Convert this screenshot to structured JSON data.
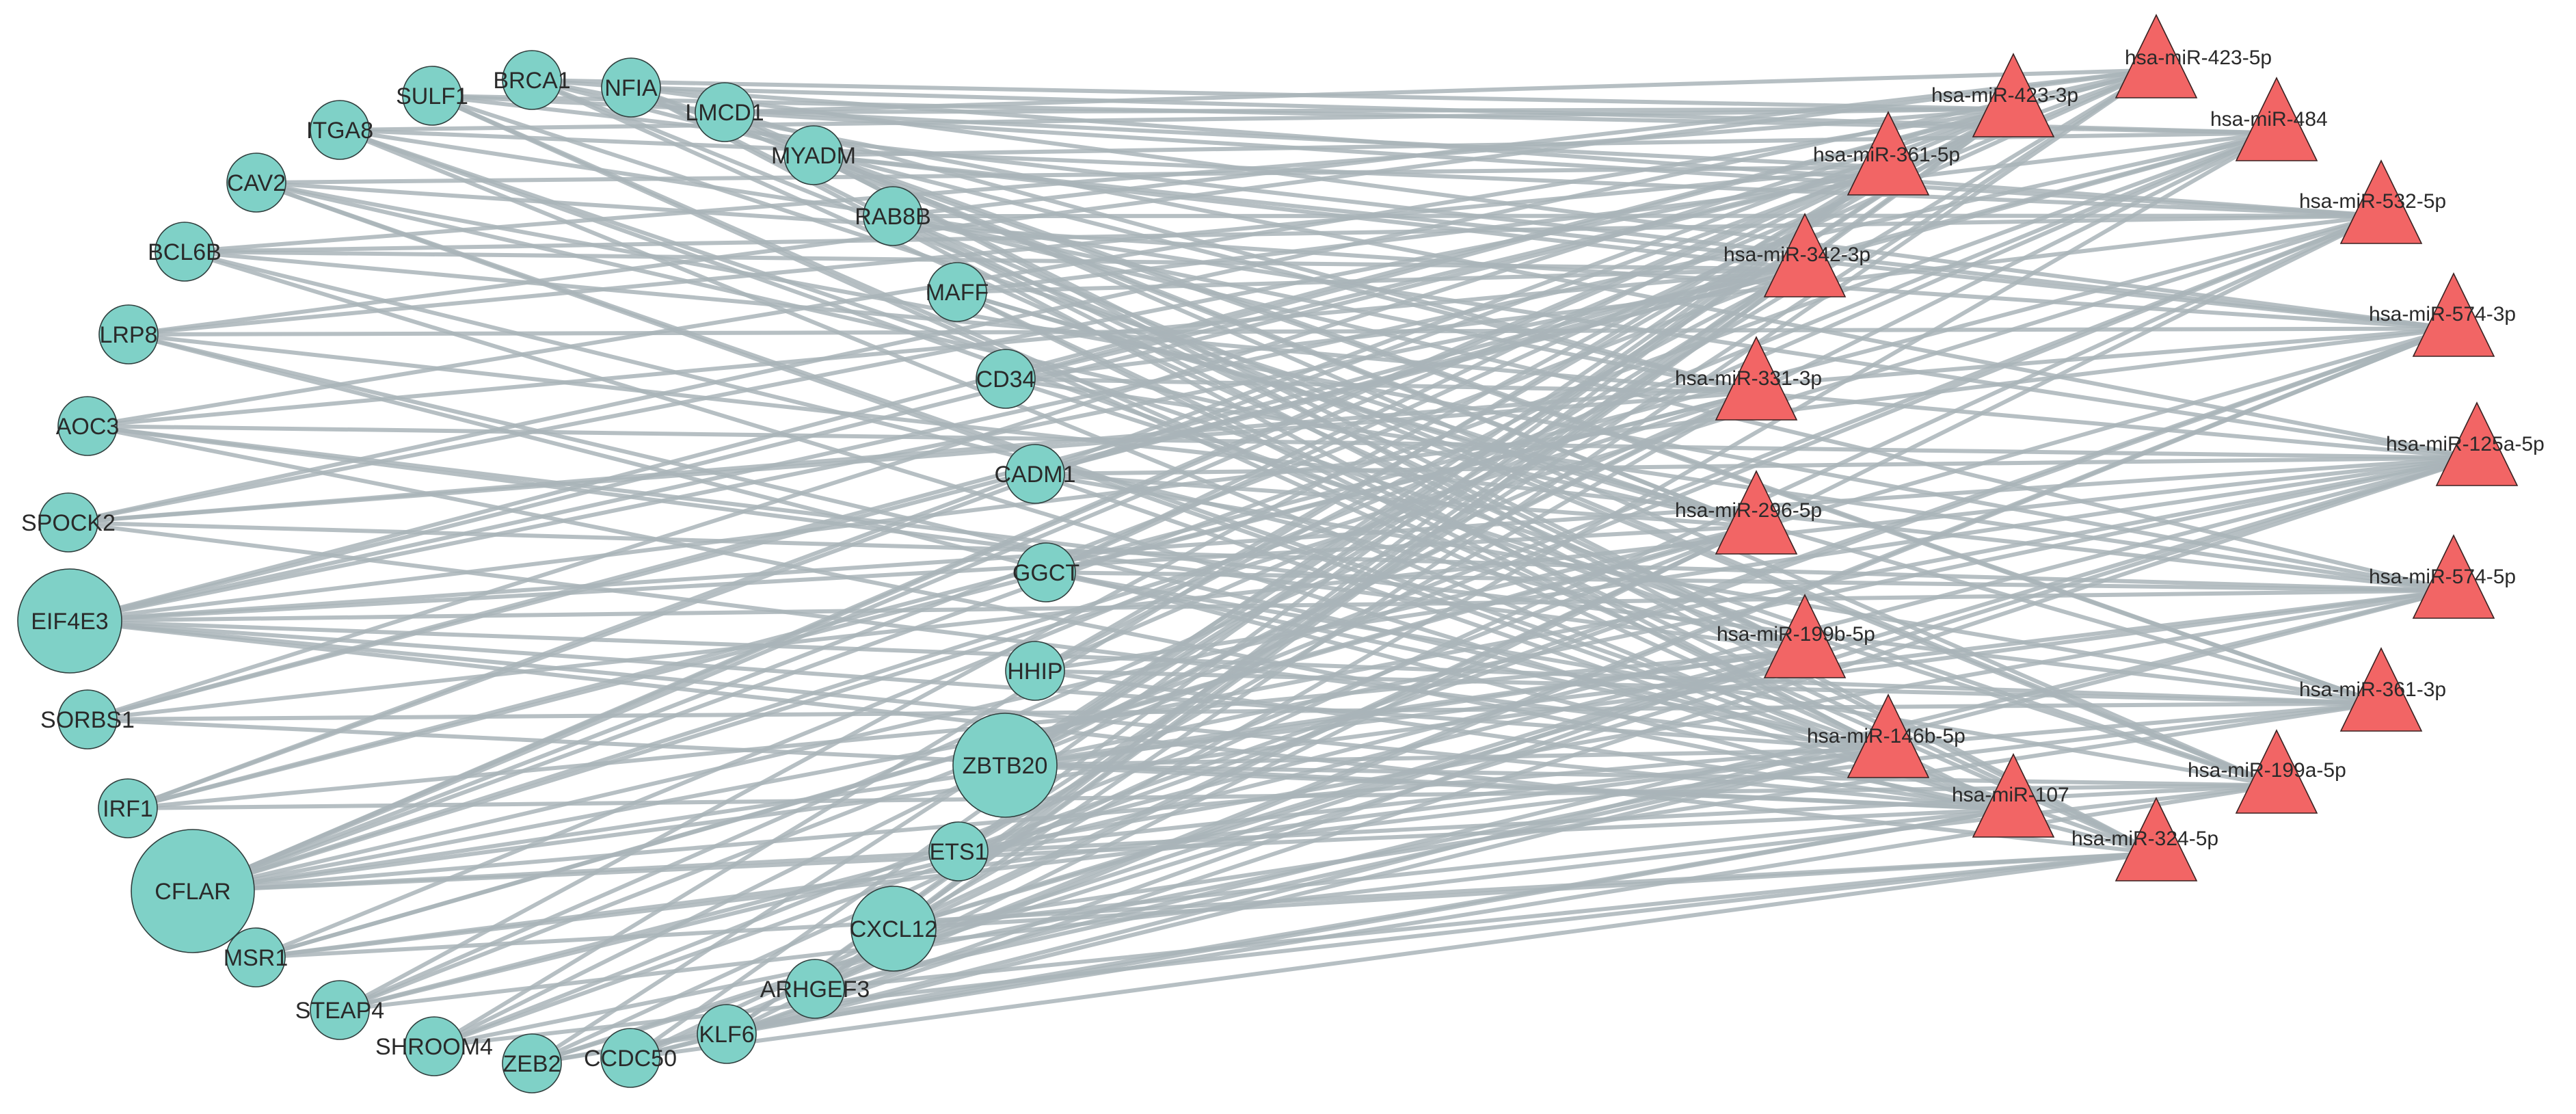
{
  "network": {
    "gene_color": "#7fd1c7",
    "mirna_color": "#f26565",
    "edge_color": "#a9b4b9",
    "genes": [
      "CFLAR",
      "EIF4E3",
      "ZBTB20",
      "SORBS1",
      "SPOCK2",
      "AOC3",
      "LRP8",
      "BCL6B",
      "CAV2",
      "ITGA8",
      "SULF1",
      "BRCA1",
      "NFIA",
      "LMCD1",
      "MYADM",
      "RAB8B",
      "MAFF",
      "CD34",
      "CADM1",
      "GGCT",
      "HHIP",
      "ETS1",
      "CXCL12",
      "ARHGEF3",
      "KLF6",
      "CCDC50",
      "ZEB2",
      "SHROOM4",
      "STEAP4",
      "MSR1",
      "IRF1"
    ],
    "mirnas": [
      "hsa-miR-423-5p",
      "hsa-miR-423-3p",
      "hsa-miR-484",
      "hsa-miR-361-5p",
      "hsa-miR-532-5p",
      "hsa-miR-342-3p",
      "hsa-miR-574-3p",
      "hsa-miR-331-3p",
      "hsa-miR-125a-5p",
      "hsa-miR-296-5p",
      "hsa-miR-574-5p",
      "hsa-miR-199b-5p",
      "hsa-miR-361-3p",
      "hsa-miR-146b-5p",
      "hsa-miR-199a-5p",
      "hsa-miR-107",
      "hsa-miR-324-5p"
    ]
  }
}
